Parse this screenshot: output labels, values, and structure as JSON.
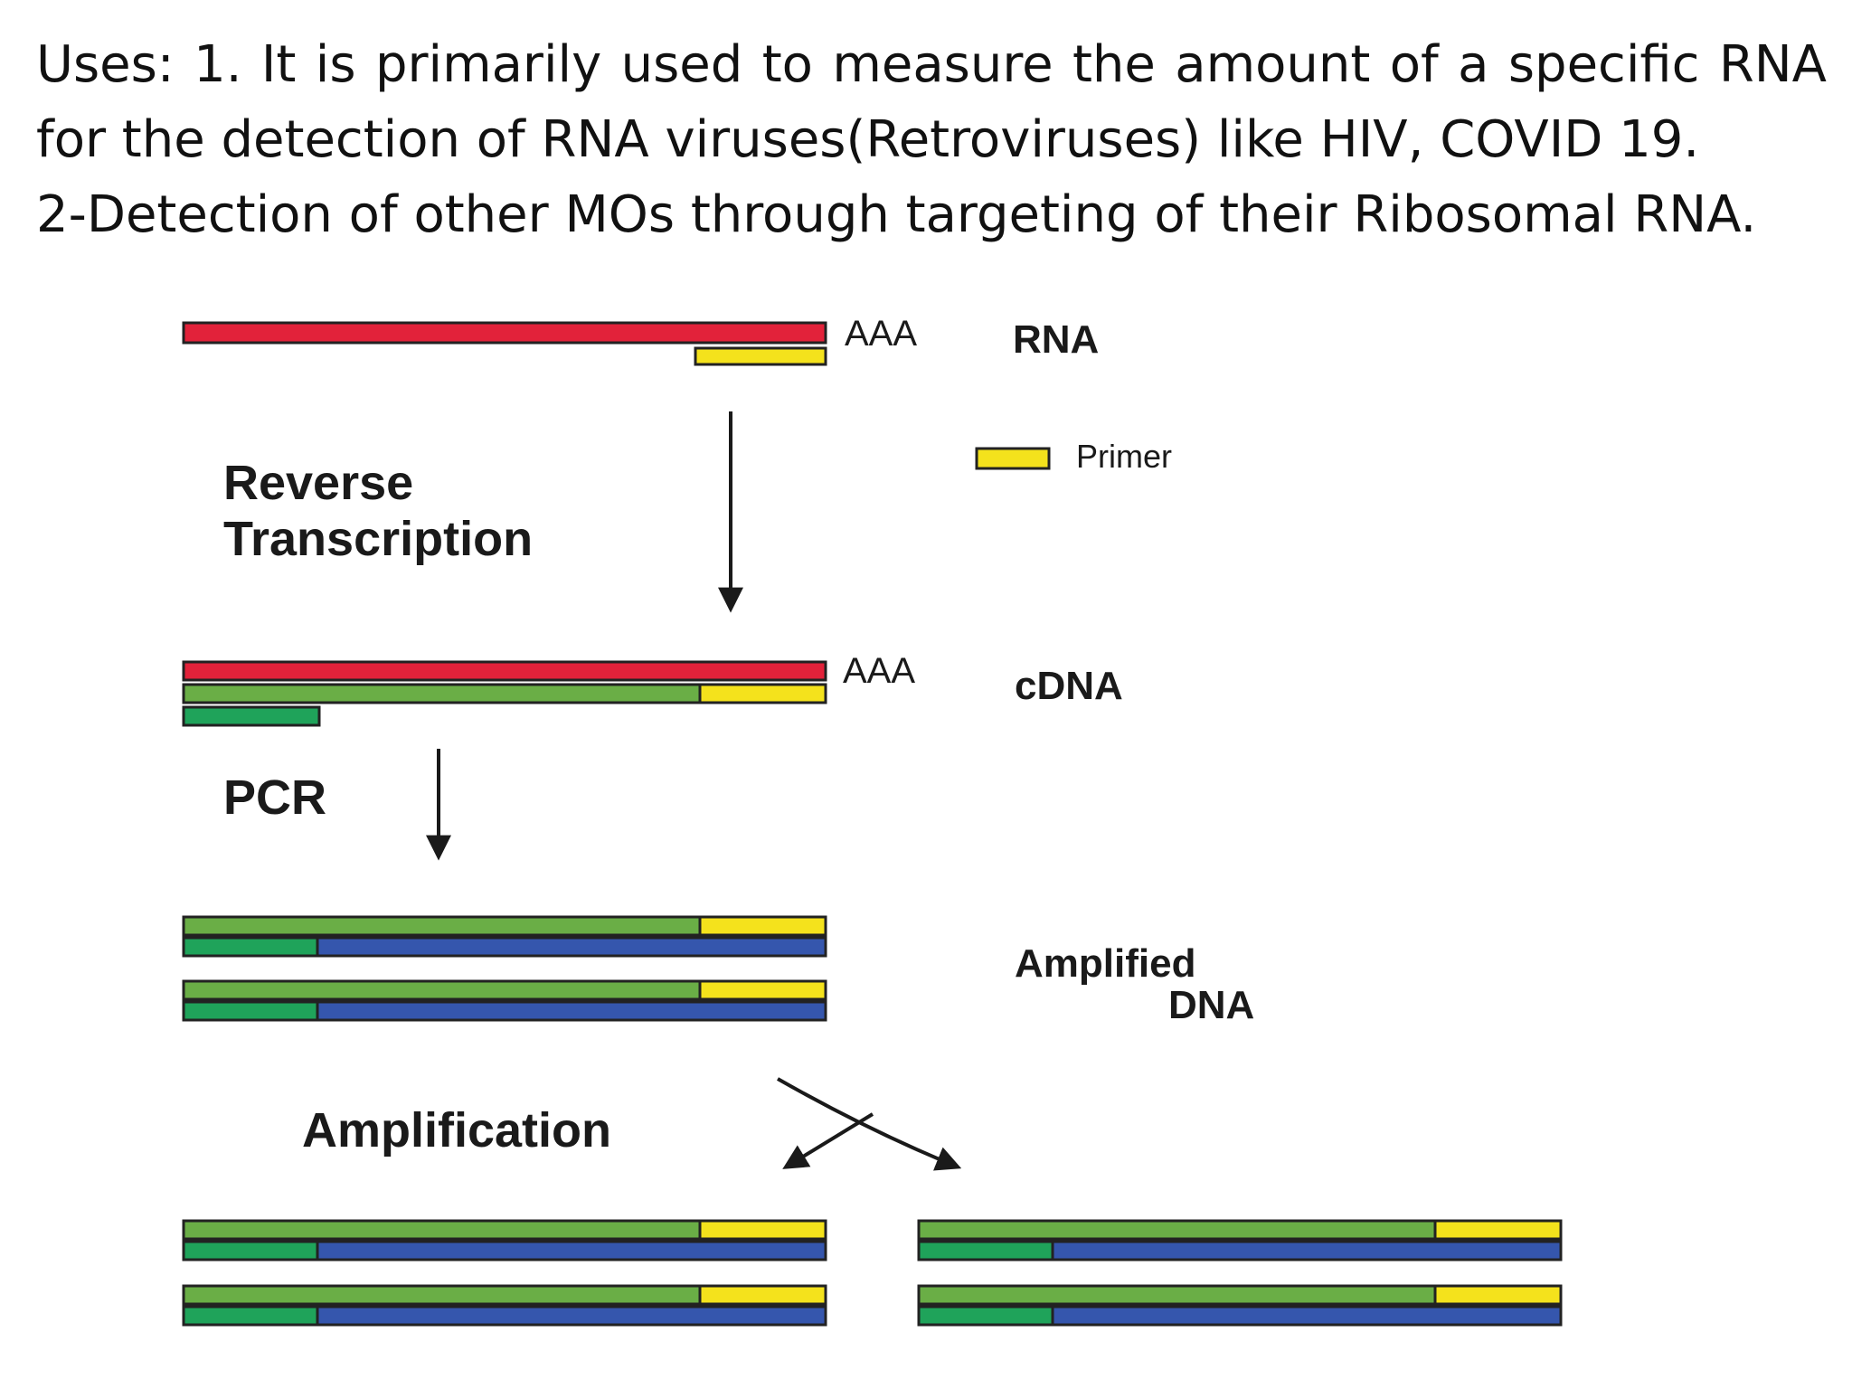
{
  "slide_text": {
    "line1": "Uses: 1. It is primarily used to measure the amount of a specific RNA",
    "line2": "for the detection of RNA viruses(Retroviruses) like HIV, COVID 19.",
    "line3": "2-Detection of other MOs through targeting of their Ribosomal RNA."
  },
  "diagram": {
    "labels": {
      "aaa_top": "AAA",
      "rna": "RNA",
      "primer": "Primer",
      "reverse": "Reverse",
      "transcription": "Transcription",
      "aaa_mid": "AAA",
      "cdna": "cDNA",
      "pcr": "PCR",
      "amplified": "Amplified",
      "dna": "DNA",
      "amplification": "Amplification"
    },
    "colors": {
      "rna_strand": "#e2223a",
      "primer": "#f4e21c",
      "cdna_strand": "#6aae46",
      "short_strand": "#1fa35a",
      "complement": "#3556ad",
      "outline": "#222222"
    }
  }
}
